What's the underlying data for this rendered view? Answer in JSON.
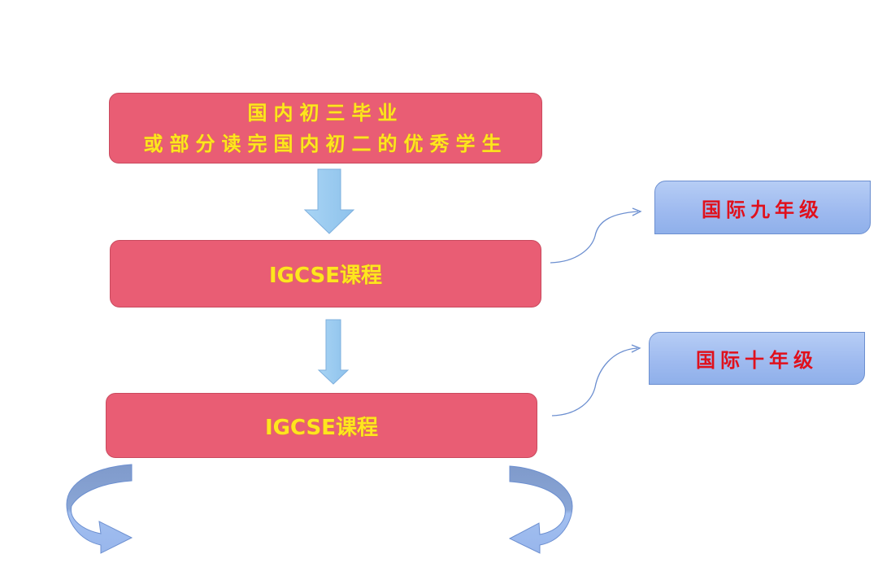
{
  "flowchart": {
    "start_box": {
      "line1": "国内初三毕业",
      "line2": "或部分读完国内初二的优秀学生"
    },
    "step1_box": {
      "label": "IGCSE课程"
    },
    "step2_box": {
      "label": "IGCSE课程"
    },
    "side_labels": [
      {
        "label": "国际九年级"
      },
      {
        "label": "国际十年级"
      }
    ],
    "colors": {
      "main_box_fill": "#e95d74",
      "main_box_text": "#ffe51f",
      "side_box_fill": "#9db9ef",
      "side_box_text": "#e0101c",
      "down_arrow_fill": "#9ccbef",
      "curved_arrow_fill": "#8fb0ea",
      "connector_line": "#6c8fd0"
    }
  }
}
